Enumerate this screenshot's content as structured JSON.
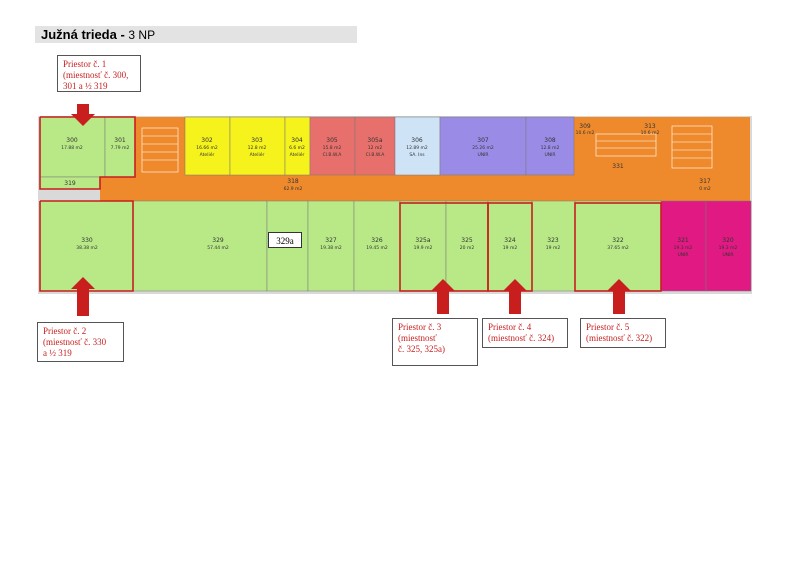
{
  "header": {
    "title": "Južná trieda -",
    "floor": "3 NP"
  },
  "colors": {
    "green": "#b8e986",
    "orange": "#ef8a2c",
    "yellow": "#f5f21c",
    "salmon": "#e8706c",
    "lightblue": "#cfe3f7",
    "purple": "#9a8ce6",
    "magenta": "#e01a82",
    "highlight": "#c81e1e"
  },
  "rooms": {
    "r300": {
      "num": "300",
      "area": "17.88 m2",
      "use": ""
    },
    "r301": {
      "num": "301",
      "area": "7.79 m2",
      "use": ""
    },
    "r302": {
      "num": "302",
      "area": "16.66 m2",
      "use": "Ateliér"
    },
    "r303": {
      "num": "303",
      "area": "12.8 m2",
      "use": "Ateliér"
    },
    "r304": {
      "num": "304",
      "area": "6.6 m2",
      "use": "Ateliér"
    },
    "r305": {
      "num": "305",
      "area": "15.8 m2",
      "use": "Cl.B.W.A"
    },
    "r305a": {
      "num": "305a",
      "area": "12 m2",
      "use": "Cl.B.W.A"
    },
    "r306": {
      "num": "306",
      "area": "12.89 m2",
      "use": "SA. Ins"
    },
    "r307": {
      "num": "307",
      "area": "25.26 m2",
      "use": "UNIR"
    },
    "r308": {
      "num": "308",
      "area": "12.8 m2",
      "use": "UNIR"
    },
    "r309": {
      "num": "309",
      "area": "10.6 m2",
      "use": ""
    },
    "r313": {
      "num": "313",
      "area": "10.6 m2",
      "use": ""
    },
    "r331": {
      "num": "331",
      "area": "",
      "use": ""
    },
    "r319": {
      "num": "319",
      "area": "",
      "use": ""
    },
    "r318": {
      "num": "318",
      "area": "62.9 m2",
      "use": ""
    },
    "r317": {
      "num": "317",
      "area": "0 m2",
      "use": ""
    },
    "r330": {
      "num": "330",
      "area": "38.38 m2",
      "use": ""
    },
    "r329": {
      "num": "329",
      "area": "57.44 m2",
      "use": ""
    },
    "r329a": {
      "num": "329a"
    },
    "r327": {
      "num": "327",
      "area": "19.38 m2",
      "use": ""
    },
    "r326": {
      "num": "326",
      "area": "19.45 m2",
      "use": ""
    },
    "r325a": {
      "num": "325a",
      "area": "19.9 m2",
      "use": ""
    },
    "r325": {
      "num": "325",
      "area": "20 m2",
      "use": ""
    },
    "r324": {
      "num": "324",
      "area": "19 m2",
      "use": ""
    },
    "r323": {
      "num": "323",
      "area": "19 m2",
      "use": ""
    },
    "r322": {
      "num": "322",
      "area": "37.65 m2",
      "use": ""
    },
    "r321": {
      "num": "321",
      "area": "19.3 m2",
      "use": "UNIR"
    },
    "r320": {
      "num": "320",
      "area": "19.3 m2",
      "use": "UNIR"
    }
  },
  "labels": {
    "p1": {
      "line1": "Priestor č. 1",
      "line2": "(miestnosť č. 300,",
      "line3": "301 a ½ 319"
    },
    "p2": {
      "line1": "Priestor č. 2",
      "line2": "(miestnosť č. 330",
      "line3": "a ½ 319"
    },
    "p3": {
      "line1": "Priestor č.  3",
      "line2": "(miestnosť",
      "line3": "č. 325, 325a)"
    },
    "p4": {
      "line1": "Priestor č.  4",
      "line2": "(miestnosť č. 324)"
    },
    "p5": {
      "line1": "Priestor č.  5",
      "line2": "(miestnosť č. 322)"
    }
  }
}
